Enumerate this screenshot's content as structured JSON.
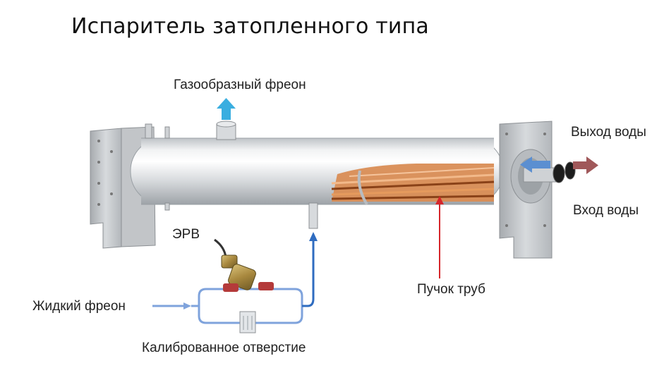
{
  "title": "Испаритель затопленного типа",
  "labels": {
    "gas_freon": "Газообразный фреон",
    "water_out": "Выход воды",
    "water_in": "Вход воды",
    "erv": "ЭРВ",
    "tube_bundle": "Пучок труб",
    "liquid_freon": "Жидкий фреон",
    "calibrated_orifice": "Калиброванное отверстие"
  },
  "colors": {
    "gas_arrow": "#3aaee0",
    "water_in_arrow": "#5b8fd1",
    "water_out_arrow": "#a0585a",
    "liquid_line": "#7fa3dc",
    "pipe_line": "#2f6cc0",
    "pointer": "#d6262b",
    "copper": "#c46a2e"
  }
}
